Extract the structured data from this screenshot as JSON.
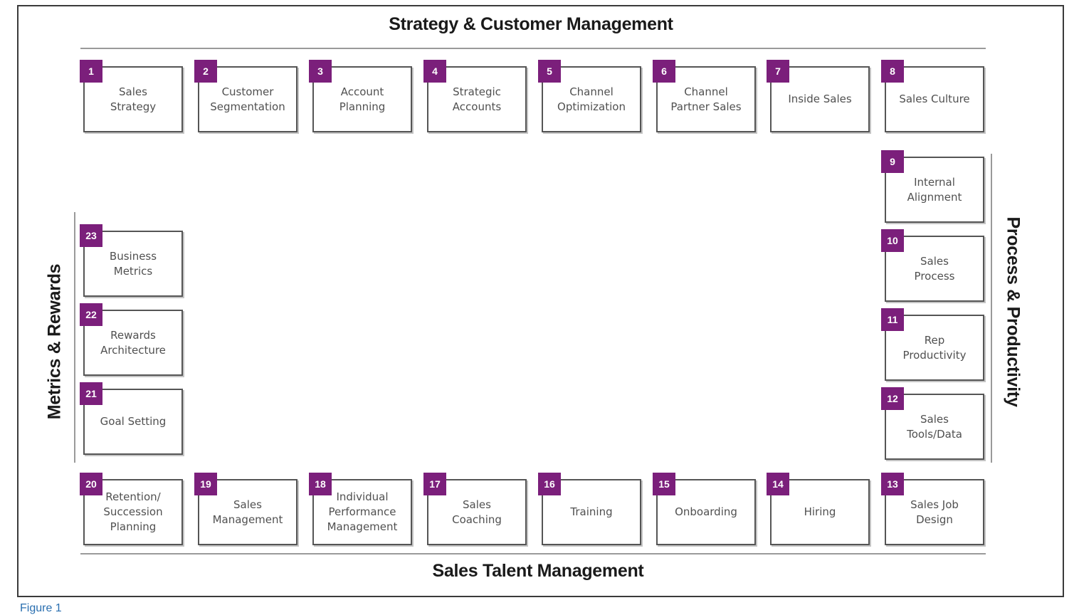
{
  "sections": {
    "top": "Strategy & Customer Management",
    "right": "Process & Productivity",
    "bottom": "Sales Talent Management",
    "left": "Metrics & Rewards"
  },
  "items": [
    {
      "num": "1",
      "label": "Sales\nStrategy"
    },
    {
      "num": "2",
      "label": "Customer\nSegmentation"
    },
    {
      "num": "3",
      "label": "Account\nPlanning"
    },
    {
      "num": "4",
      "label": "Strategic\nAccounts"
    },
    {
      "num": "5",
      "label": "Channel\nOptimization"
    },
    {
      "num": "6",
      "label": "Channel\nPartner Sales"
    },
    {
      "num": "7",
      "label": "Inside Sales"
    },
    {
      "num": "8",
      "label": "Sales Culture"
    },
    {
      "num": "9",
      "label": "Internal\nAlignment"
    },
    {
      "num": "10",
      "label": "Sales\nProcess"
    },
    {
      "num": "11",
      "label": "Rep\nProductivity"
    },
    {
      "num": "12",
      "label": "Sales\nTools/Data"
    },
    {
      "num": "13",
      "label": "Sales Job\nDesign"
    },
    {
      "num": "14",
      "label": "Hiring"
    },
    {
      "num": "15",
      "label": "Onboarding"
    },
    {
      "num": "16",
      "label": "Training"
    },
    {
      "num": "17",
      "label": "Sales\nCoaching"
    },
    {
      "num": "18",
      "label": "Individual\nPerformance\nManagement"
    },
    {
      "num": "19",
      "label": "Sales\nManagement"
    },
    {
      "num": "20",
      "label": "Retention/\nSuccession\nPlanning"
    },
    {
      "num": "21",
      "label": "Goal Setting"
    },
    {
      "num": "22",
      "label": "Rewards\nArchitecture"
    },
    {
      "num": "23",
      "label": "Business\nMetrics"
    }
  ],
  "caption": "Figure 1",
  "colors": {
    "badge": "#7b1f7b",
    "box_border": "#555555",
    "rule": "#9a9a9a",
    "caption": "#2a6fb0"
  }
}
